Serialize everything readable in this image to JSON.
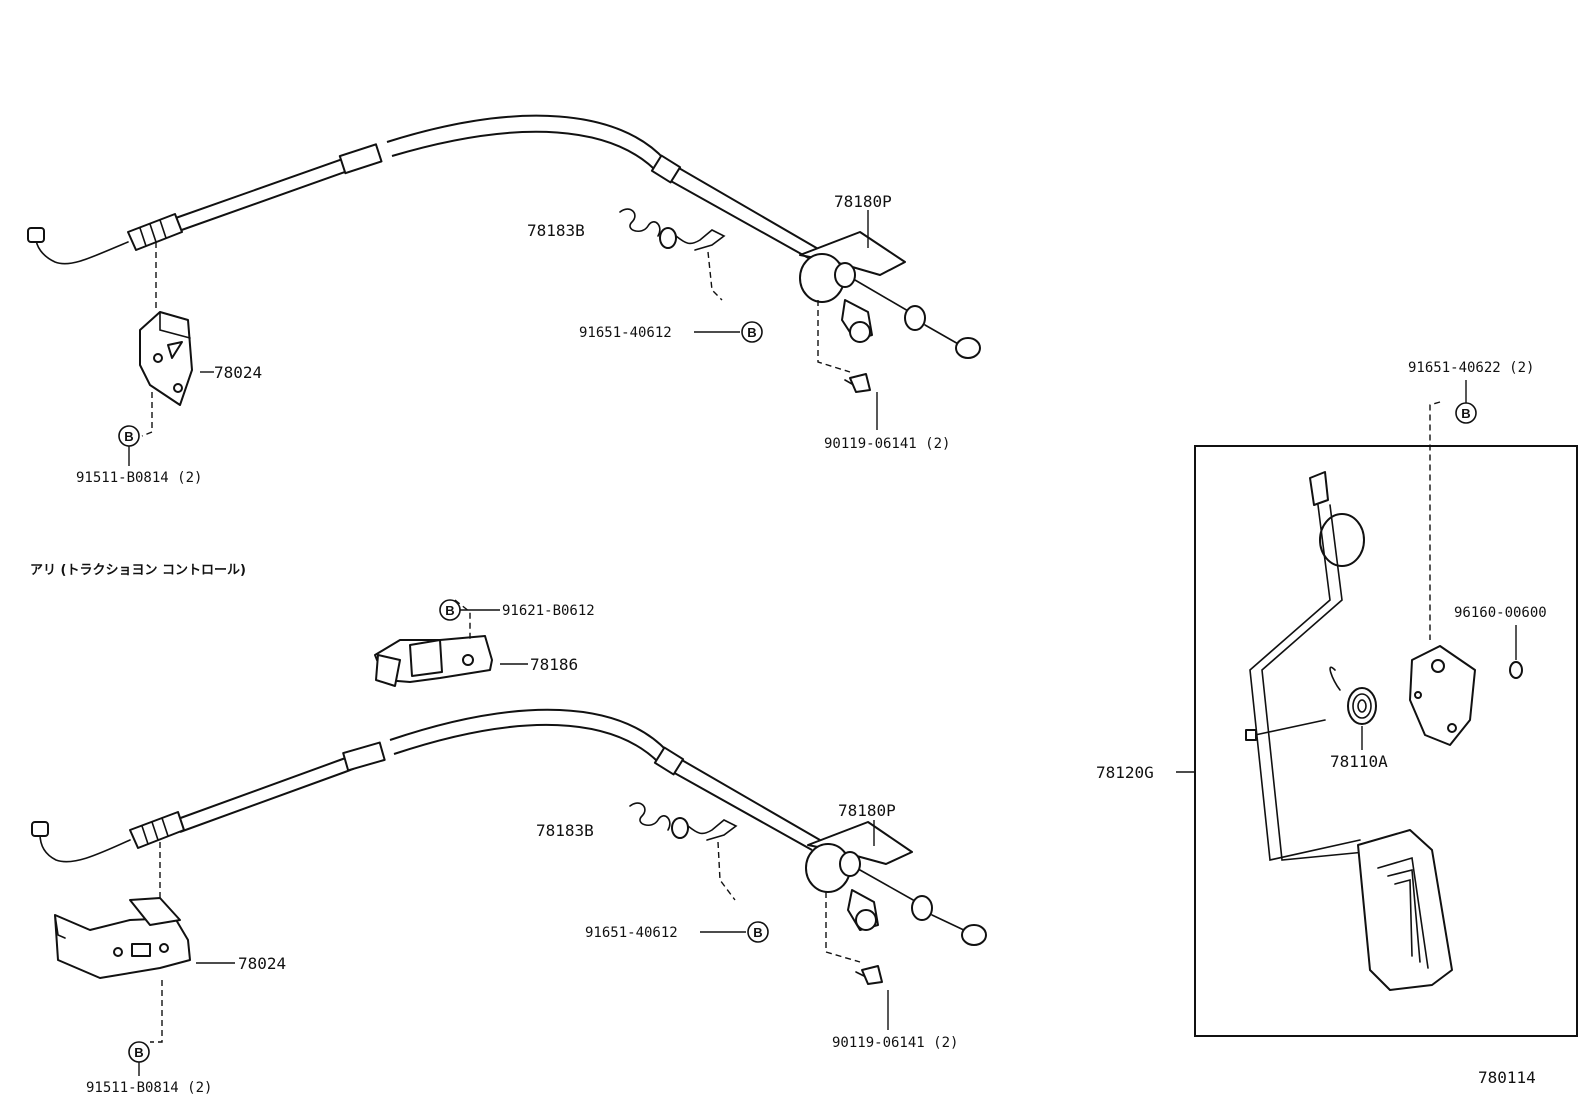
{
  "labels": {
    "top_spring": "78183B",
    "top_cable": "78180P",
    "top_clip": "91651-40612",
    "top_bracket": "78024",
    "top_bolt": "90119-06141 (2)",
    "top_bracket_bolt": "91511-B0814 (2)",
    "traction_note": "アリ (トラクショヨン コントロール)",
    "mid_bolt": "91621-B0612",
    "mid_part": "78186",
    "bot_spring": "78183B",
    "bot_cable": "78180P",
    "bot_clip": "91651-40612",
    "bot_bracket": "78024",
    "bot_bolt": "90119-06141 (2)",
    "bot_bracket_bolt": "91511-B0814 (2)",
    "pedal_bolt": "91651-40622 (2)",
    "pedal_clip": "96160-00600",
    "pedal_spring": "78110A",
    "pedal_assy": "78120G",
    "figure_code": "780114"
  },
  "markers": {
    "b": "B"
  }
}
